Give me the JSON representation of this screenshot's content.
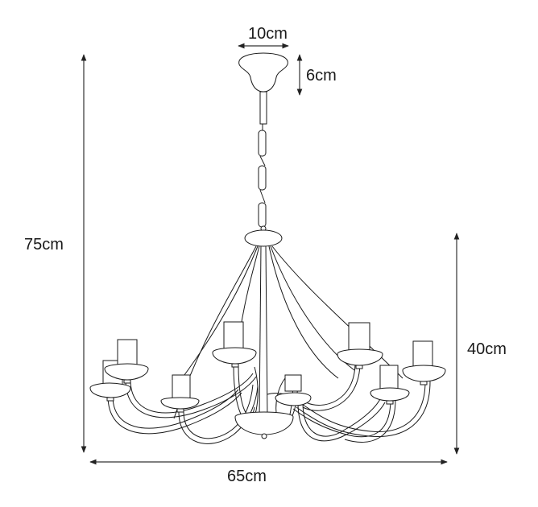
{
  "diagram": {
    "subject": "8-arm candle chandelier with chain",
    "colors": {
      "background": "#ffffff",
      "line": "#1a1a1a",
      "dimension_line": "#333333"
    },
    "dimensions": {
      "canopy_width": "10cm",
      "canopy_height": "6cm",
      "total_height": "75cm",
      "body_height": "40cm",
      "total_width": "65cm"
    },
    "parts": {
      "canopy": "ceiling canopy",
      "chain": "chain",
      "crown": "top crown dish",
      "arms_count": 8,
      "candles_count": 8,
      "bowl": "central bowl"
    }
  }
}
